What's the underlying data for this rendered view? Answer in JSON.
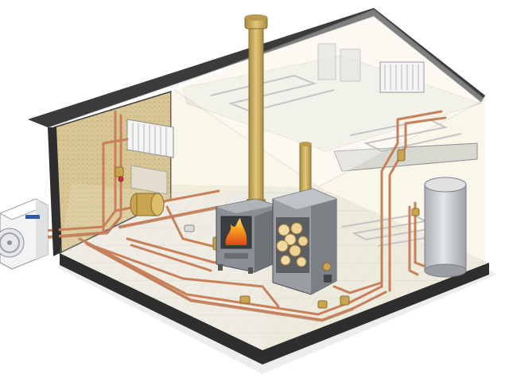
{
  "illustration": {
    "alt": "",
    "components": [
      "outdoor-heat-pump-unit",
      "wood-burning-stove",
      "firewood-storage-boiler",
      "hot-water-cylinder",
      "wall-radiator",
      "underfloor-heating-loops",
      "copper-pipework",
      "flue-chimneys",
      "buffer-tank"
    ]
  },
  "colors": {
    "copper": "#c8805a",
    "copper_dark": "#9a5a38",
    "brass": "#c9a550",
    "stove_steel": "#8a8f95",
    "fire": "#f39a1e",
    "cylinder": "#c9cccf",
    "floor": "#ecebe3",
    "wall_tint": "#f3ecd6",
    "roof_outline": "#3b3b3b",
    "insulation": "#d8c694"
  }
}
